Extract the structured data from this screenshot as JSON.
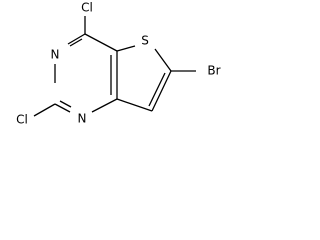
{
  "structure": {
    "atom_labels": {
      "cl_top": "Cl",
      "cl_left": "Cl",
      "br": "Br",
      "s": "S",
      "n_upper": "N",
      "n_lower": "N"
    }
  }
}
